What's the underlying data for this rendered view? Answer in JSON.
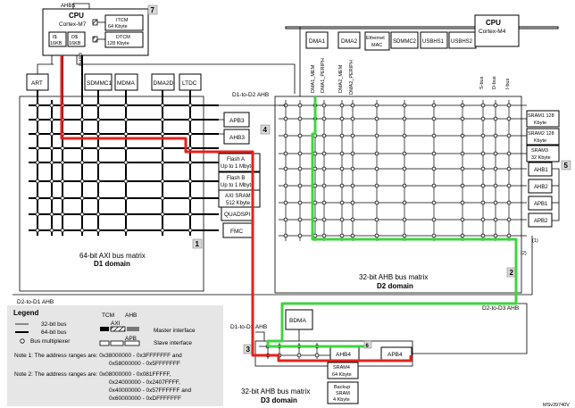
{
  "cpu_m7": {
    "title": "CPU",
    "subtitle": "Cortex-M7",
    "ahbs": "AHBS",
    "ahbp": "AHBP",
    "icache": "I$\n16KB",
    "dcache": "D$\n16KB",
    "itcm": "ITCM\n64 Kbyte",
    "dtcm": "DTCM\n128 Kbyte",
    "badge": "7"
  },
  "cpu_m4": {
    "title": "CPU",
    "subtitle": "Cortex-M4",
    "sbus": "S-bus",
    "dbus": "D-bus",
    "ibus": "I-bus"
  },
  "d1_masters": [
    "ART",
    "SDMMC1",
    "MDMA",
    "DMA2D",
    "LTDC"
  ],
  "d2_masters": [
    "DMA1",
    "DMA2",
    "Ethernet\nMAC",
    "SDMMC2",
    "USBHS1",
    "USBHS2"
  ],
  "d2_ports": [
    "DMA1_MEM",
    "DMA1_PERIPH",
    "DMA2_MEM",
    "DMA2_PERIPH"
  ],
  "d1_slaves": [
    "Flash A\nUp to 1 Mbyte",
    "Flash B\nUp to 1 Mbyte",
    "AXI SRAM\n512 Kbyte",
    "QUADSPI",
    "FMC"
  ],
  "d1_apb": [
    "APB3",
    "AHB3"
  ],
  "d1_badge": "1",
  "d1_label": "64-bit AXI bus matrix",
  "d1_domain": "D1 domain",
  "d1_to_d2": "D1-to-D2 AHB",
  "d2_to_d1": "D2-to-D1 AHB",
  "d2_slaves": [
    "SRAM1 128\nKbyte",
    "SRAM2 128\nKbyte",
    "SRAM3\n32 Kbyte",
    "AHB1",
    "AHB2",
    "APB1",
    "APB2"
  ],
  "d2_badge": "2",
  "badge_4": "4",
  "badge_5": "5",
  "note_1": "(1)",
  "note_2": "(2)",
  "d2_label": "32-bit AHB bus matrix",
  "d2_domain": "D2 domain",
  "d2_to_d3": "D2-to-D3 AHB",
  "d1_to_d3": "D1-to-D3 AHB",
  "d3": {
    "bdma": "BDMA",
    "badge": "3",
    "badge_6": "6",
    "ahb4": "AHB4",
    "apb4": "APB4",
    "sram4": "SRAM4\n64 Kbyte",
    "backup": "Backup\nSRAM\n4 Kbyte",
    "label": "32-bit AHB bus matrix",
    "domain": "D3 domain"
  },
  "legend": {
    "title": "Legend",
    "bus32": "32-bit bus",
    "bus64": "64-bit bus",
    "mux": "Bus multiplexer",
    "tcm": "TCM",
    "ahb": "AHB",
    "axi": "AXI",
    "apb": "APB",
    "master": "Master interface",
    "slave": "Slave interface",
    "note1": "Note 1: The address ranges are: 0x38000000 - 0x3FFFFFFF and\n0x58000000 - 0x5FFFFFFF",
    "note2": "Note 2: The address ranges are: 0x08000000 - 0x081FFFFF,\n0x24000000 - 0x2407FFFF,\n0x40000000 - 0x57FFFFFF and\n0x60000000 - 0xDFFFFFFF"
  },
  "footer": "MSv39740V"
}
